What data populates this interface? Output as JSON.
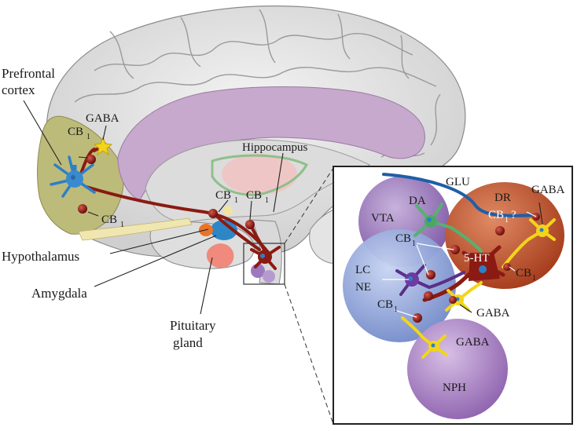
{
  "labels": {
    "prefrontal_1": "Prefrontal",
    "prefrontal_2": "cortex",
    "gaba_left": "GABA",
    "cb_left_top": "CB",
    "cb_left_bottom": "CB",
    "hippocampus": "Hippocampus",
    "cb_mid_1": "CB",
    "cb_mid_2": "CB",
    "hypothalamus": "Hypothalamus",
    "amygdala": "Amygdala",
    "pituitary_1": "Pituitary",
    "pituitary_2": "gland",
    "subscript": "1"
  },
  "inset": {
    "glu": "GLU",
    "gaba_top": "GABA",
    "dr": "DR",
    "da": "DA",
    "vta": "VTA",
    "cb_q": "CB",
    "question": "?",
    "cb_a": "CB",
    "ht": "5-HT",
    "cb_b": "CB",
    "lc": "LC",
    "ne": "NE",
    "cb_c": "CB",
    "gaba_mid": "GABA",
    "gaba_bottom": "GABA",
    "nph": "NPH"
  },
  "colors": {
    "brain_gray": "#e2e2e2",
    "cingulate_purple": "#c6a9cc",
    "prefrontal_olive": "#bdbb7a",
    "neuron_red": "#8b1a12",
    "neuron_blue": "#2e7fc8",
    "neuron_yellow": "#f2d51a",
    "vta_purple": "#9a78b8",
    "dr_red": "#c0502c",
    "lc_blue": "#8fa6db",
    "nph_purple": "#a87fc2"
  }
}
